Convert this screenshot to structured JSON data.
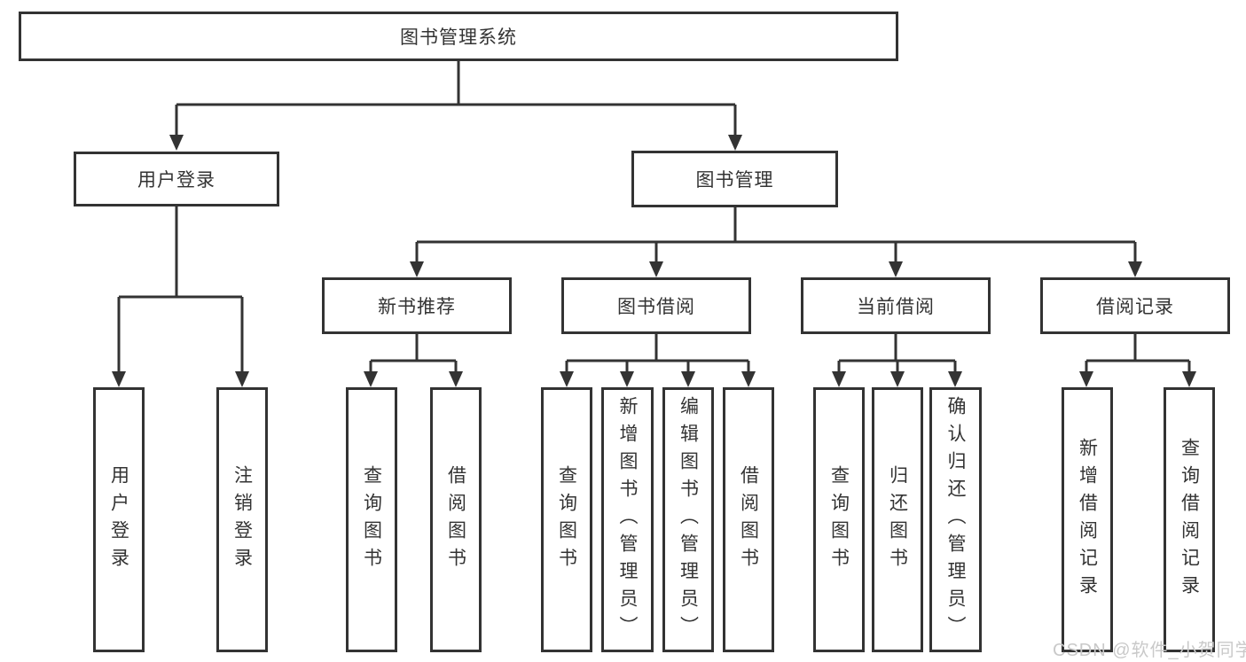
{
  "diagram": {
    "title": "图书管理系统",
    "tree": {
      "label": "图书管理系统",
      "children": [
        {
          "label": "用户登录",
          "children": [
            {
              "label": "用户登录"
            },
            {
              "label": "注销登录"
            }
          ]
        },
        {
          "label": "图书管理",
          "children": [
            {
              "label": "新书推荐",
              "children": [
                {
                  "label": "查询图书"
                },
                {
                  "label": "借阅图书"
                }
              ]
            },
            {
              "label": "图书借阅",
              "children": [
                {
                  "label": "查询图书"
                },
                {
                  "label": "新增图书（管理员）"
                },
                {
                  "label": "编辑图书（管理员）"
                },
                {
                  "label": "借阅图书"
                }
              ]
            },
            {
              "label": "当前借阅",
              "children": [
                {
                  "label": "查询图书"
                },
                {
                  "label": "归还图书"
                },
                {
                  "label": "确认归还（管理员）"
                }
              ]
            },
            {
              "label": "借阅记录",
              "children": [
                {
                  "label": "新增借阅记录"
                },
                {
                  "label": "查询借阅记录"
                }
              ]
            }
          ]
        }
      ]
    }
  },
  "watermark": {
    "text": "CSDN @软件_小贺同学"
  },
  "colors": {
    "line": "#333333",
    "text": "#333333",
    "background": "#ffffff",
    "watermark": "#c9c9c9"
  }
}
